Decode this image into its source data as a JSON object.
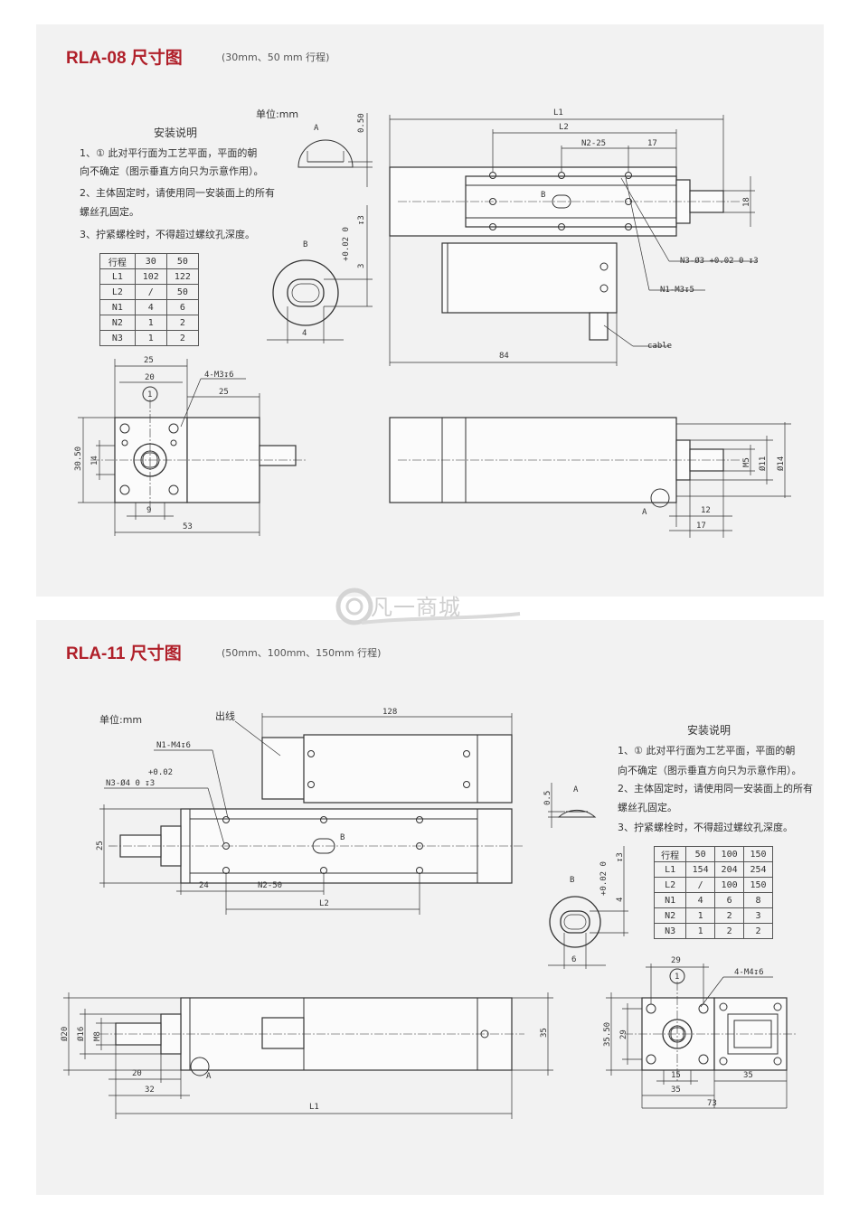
{
  "panel1": {
    "title": "RLA-08 尺寸图",
    "subtitle": "(30mm、50 mm 行程)",
    "unit": "单位:mm",
    "notes_title": "安装说明",
    "notes": [
      "1、① 此对平行面为工艺平面，平面的朝",
      "向不确定（图示垂直方向只为示意作用）。",
      "2、主体固定时，请使用同一安装面上的所有",
      "螺丝孔固定。",
      "3、拧紧螺栓时，不得超过螺纹孔深度。"
    ],
    "table": {
      "header": [
        "行程",
        "30",
        "50"
      ],
      "rows": [
        [
          "L1",
          "102",
          "122"
        ],
        [
          "L2",
          "/",
          "50"
        ],
        [
          "N1",
          "4",
          "6"
        ],
        [
          "N2",
          "1",
          "2"
        ],
        [
          "N3",
          "1",
          "2"
        ]
      ]
    },
    "dims": {
      "L1": "L1",
      "L2": "L2",
      "N2_25": "N2-25",
      "d17a": "17",
      "d18": "18",
      "N3": "N3-Ø3 +0.02 0 ↧3",
      "N1": "N1-M3↧5",
      "cable": "cable",
      "d84": "84",
      "A": "A",
      "B": "B",
      "d050": "0.50",
      "tol": "+0.02 0",
      "d3a": "↧3",
      "d3b": "3",
      "d4": "4",
      "d25a": "25",
      "d20": "20",
      "M3": "4-M3↧6",
      "d25b": "25",
      "d3050": "30.50",
      "d14": "14",
      "d9": "9",
      "d53": "53",
      "M5": "M5",
      "phi11": "Ø11",
      "phi14": "Ø14",
      "d12": "12",
      "d17b": "17",
      "one": "1"
    }
  },
  "panel2": {
    "title": "RLA-11 尺寸图",
    "subtitle": "(50mm、100mm、150mm 行程)",
    "unit": "单位:mm",
    "notes_title": "安装说明",
    "notes": [
      "1、① 此对平行面为工艺平面，平面的朝",
      "向不确定（图示垂直方向只为示意作用）。",
      "2、主体固定时，请使用同一安装面上的所有",
      "螺丝孔固定。",
      "3、拧紧螺栓时，不得超过螺纹孔深度。"
    ],
    "table": {
      "header": [
        "行程",
        "50",
        "100",
        "150"
      ],
      "rows": [
        [
          "L1",
          "154",
          "204",
          "254"
        ],
        [
          "L2",
          "/",
          "100",
          "150"
        ],
        [
          "N1",
          "4",
          "6",
          "8"
        ],
        [
          "N2",
          "1",
          "2",
          "3"
        ],
        [
          "N3",
          "1",
          "2",
          "2"
        ]
      ]
    },
    "dims": {
      "cable": "出线",
      "d128": "128",
      "N1": "N1-M4↧6",
      "tol": "+0.02",
      "N3": "N3-Ø4 0 ↧3",
      "d25": "25",
      "d24": "24",
      "N2_50": "N2-50",
      "L2": "L2",
      "B": "B",
      "A": "A",
      "d05": "0.5",
      "tol2": "+0.02 0",
      "d3a": "↧3",
      "d4": "4",
      "d6": "6",
      "phi20": "Ø20",
      "phi16": "Ø16",
      "M8": "M8",
      "d35a": "35",
      "d20": "20",
      "d32": "32",
      "L1": "L1",
      "d29": "29",
      "M4": "4-M4↧6",
      "d3550": "35.50",
      "d29b": "29",
      "d15": "15",
      "d35b": "35",
      "d35c": "35",
      "d73": "73",
      "one": "1"
    }
  },
  "watermark": "凡一商城"
}
